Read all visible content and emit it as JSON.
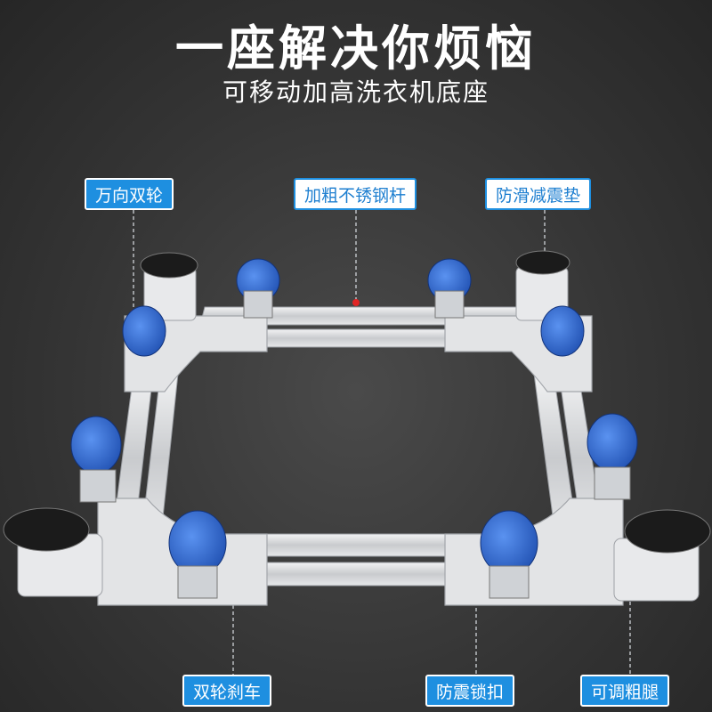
{
  "header": {
    "title": "一座解决你烦恼",
    "subtitle": "可移动加高洗衣机底座"
  },
  "callouts": {
    "universal_wheel": "万向双轮",
    "thick_steel_bar": "加粗不锈钢杆",
    "anti_slip_pad": "防滑减震垫",
    "double_wheel_brake": "双轮刹车",
    "shockproof_lock": "防震锁扣",
    "adjustable_leg": "可调粗腿"
  },
  "colors": {
    "accent_blue": "#1e8fe0",
    "wheel_blue": "#2f6fd6",
    "frame_grey": "#d9dadc"
  }
}
